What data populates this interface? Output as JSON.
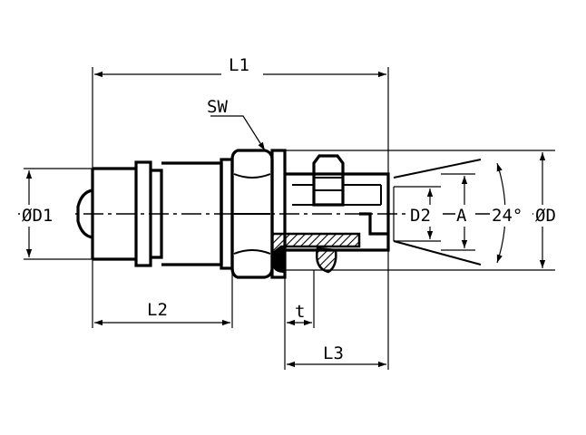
{
  "labels": {
    "L1": "L1",
    "L2": "L2",
    "L3": "L3",
    "t": "t",
    "SW": "SW",
    "D1": "ØD1",
    "D2": "D2",
    "A": "A",
    "angle": "24°",
    "D": "ØD"
  }
}
